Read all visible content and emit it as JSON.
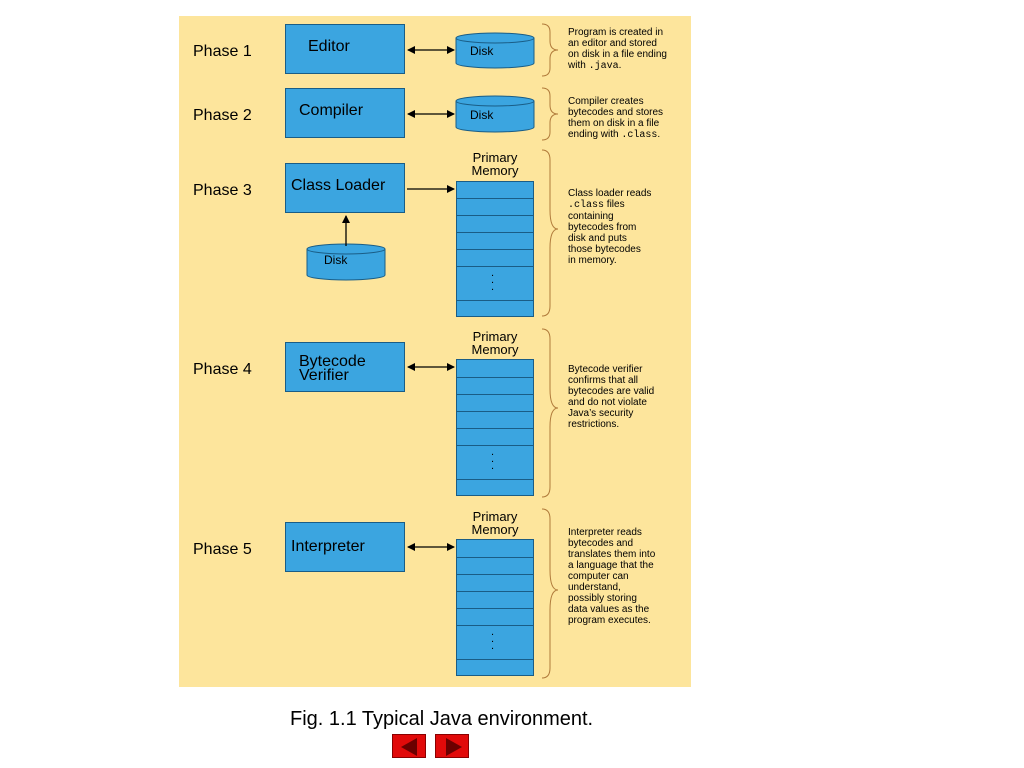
{
  "phases": [
    {
      "label": "Phase 1",
      "process": "Editor",
      "description": [
        "Program is created in",
        "an editor and stored",
        "on disk in a file ending",
        "with |.java|."
      ]
    },
    {
      "label": "Phase 2",
      "process": "Compiler",
      "description": [
        "Compiler creates",
        "bytecodes and stores",
        "them on disk in a file",
        "ending with |.class|."
      ]
    },
    {
      "label": "Phase 3",
      "process": "Class Loader",
      "description": [
        "Class loader reads",
        "|.class| files",
        "containing",
        "bytecodes from",
        "disk and puts",
        "those bytecodes",
        "in memory."
      ]
    },
    {
      "label": "Phase 4",
      "process_lines": [
        "Bytecode",
        "Verifier"
      ],
      "description": [
        "Bytecode verifier",
        "confirms that all",
        "bytecodes are valid",
        "and do not violate",
        "Java’s security",
        "restrictions."
      ]
    },
    {
      "label": "Phase 5",
      "process": "Interpreter",
      "description": [
        "Interpreter reads",
        "bytecodes and",
        "translates them into",
        "a language that the",
        "computer can",
        "understand,",
        "possibly storing",
        "data values as the",
        "program executes."
      ]
    }
  ],
  "disk_label": "Disk",
  "memory_title": [
    "Primary",
    "Memory"
  ],
  "memory_dots": ". . .",
  "caption": "Fig. 1.1 Typical Java environment.",
  "colors": {
    "panel": "#fde59c",
    "box": "#3ba5e0",
    "nav": "#e10a0a"
  },
  "nav": {
    "prev_icon": "left-triangle",
    "next_icon": "right-triangle"
  }
}
